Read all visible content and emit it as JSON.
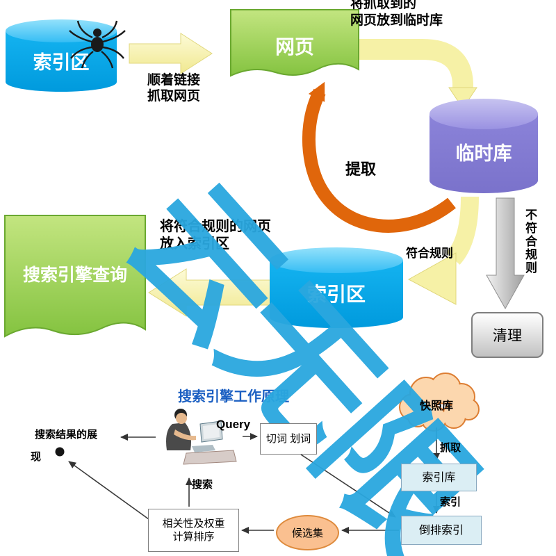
{
  "colors": {
    "cylinder_blue": "#00a6e8",
    "cylinder_purple": "#8a82d8",
    "page_green": "#92c848",
    "watermark_blue": "#2aa7df",
    "arrow_yellow": "#f6f1a6",
    "arrow_orange": "#e0660b"
  },
  "watermark": {
    "text": "云无限"
  },
  "top": {
    "index_db": "索引区",
    "crawl1": "顺着链接",
    "crawl2": "抓取网页",
    "webpage": "网页",
    "note1": "将抓取到的",
    "note2": "网页放到临时库",
    "temp_db": "临时库",
    "extract": "提取",
    "match": "符合规则",
    "not_match": "不符合规则",
    "clean": "清理",
    "index_db2": "索引区",
    "note3a": "将符合规则的网页",
    "note3b": "放入索引区",
    "query_page": "搜索引擎查询"
  },
  "bottom": {
    "title": "搜索引擎工作原理",
    "query": "Query",
    "segment": "切词 划词",
    "snapshot": "快照库",
    "index_lib": "索引库",
    "inverted": "倒排索引",
    "candidate": "候选集",
    "rank1": "相关性及权重",
    "rank2": "计算排序",
    "result1": "搜索结果的展",
    "result2": "现",
    "search": "搜索",
    "edge1": "抓取",
    "edge2": "索引"
  }
}
